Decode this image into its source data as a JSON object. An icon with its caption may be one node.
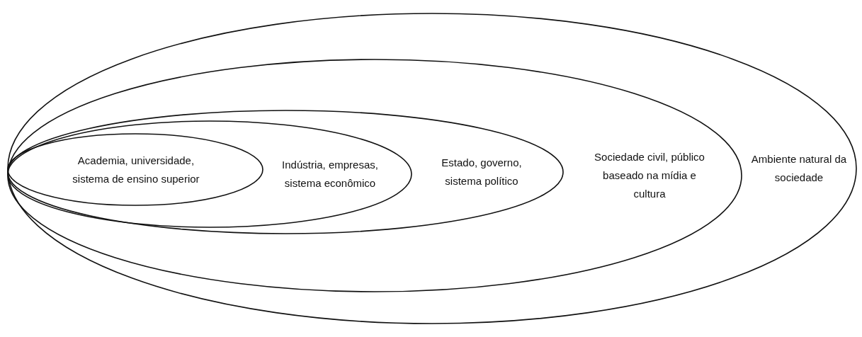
{
  "diagram": {
    "nodes": [
      {
        "text": [
          "Ambiente natural da sociedade"
        ]
      },
      {
        "text": [
          "Sociedade civil, público baseado na mídia e cultura"
        ],
        "in": 0
      },
      {
        "text": [
          "Estado, governo, sistema político"
        ],
        "in": 1
      },
      {
        "text": [
          "Indústria, empresas, sistema econômico"
        ],
        "in": 2
      },
      {
        "text": [
          "Academia, universidade, sistema de ensino superior"
        ],
        "in": 3
      }
    ]
  }
}
